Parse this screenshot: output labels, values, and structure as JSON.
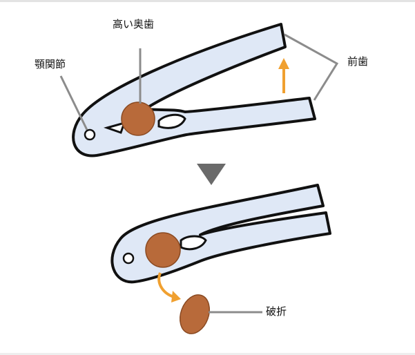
{
  "labels": {
    "jaw_joint": "顎関節",
    "high_molar": "高い奥歯",
    "front_teeth": "前歯",
    "fracture": "破折"
  },
  "colors": {
    "tool_fill": "#dfe8f6",
    "tool_outline": "#111111",
    "nut": "#b86a3a",
    "arrow": "#f0a030",
    "leader_line": "#8c8c8c",
    "transition_arrow": "#6a6a6a"
  },
  "icons": {
    "transition": "down-triangle-icon",
    "closing_force": "up-arrow-icon",
    "ejection": "curved-arrow-icon"
  }
}
